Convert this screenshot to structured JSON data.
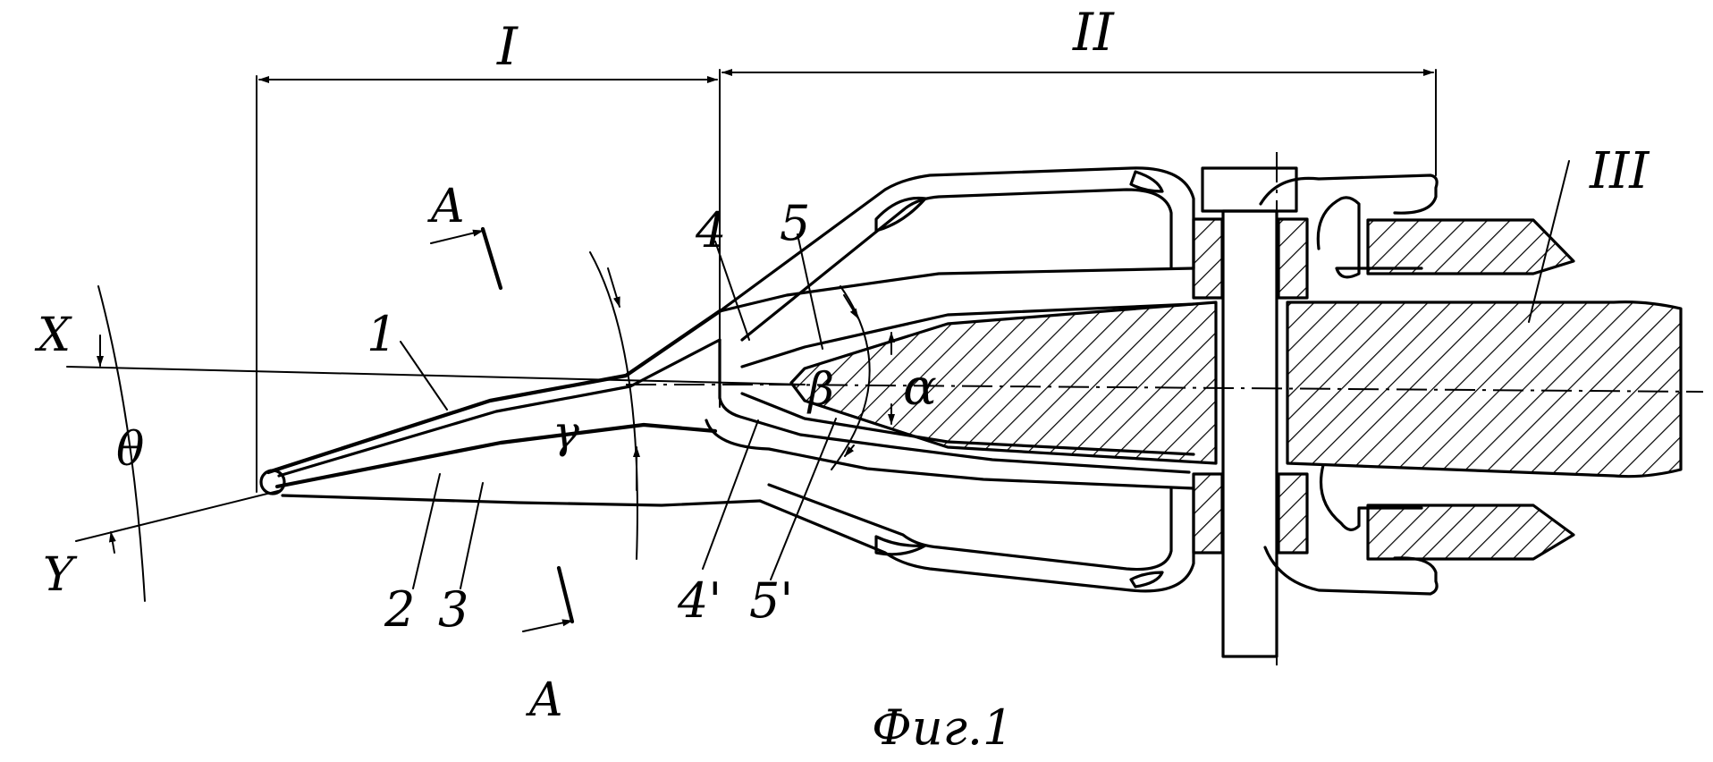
{
  "labels": {
    "section_1": "I",
    "section_2": "II",
    "section_3": "III",
    "part_1": "1",
    "part_2": "2",
    "part_3": "3",
    "part_4": "4",
    "part_4_prime": "4'",
    "part_5": "5",
    "part_5_prime": "5'",
    "section_mark_top": "A",
    "section_mark_bottom": "A",
    "axis_x": "X",
    "axis_y": "Y",
    "angle_theta": "θ",
    "angle_gamma": "γ",
    "angle_beta": "β",
    "angle_alpha": "α",
    "caption": "Фиг.1"
  }
}
